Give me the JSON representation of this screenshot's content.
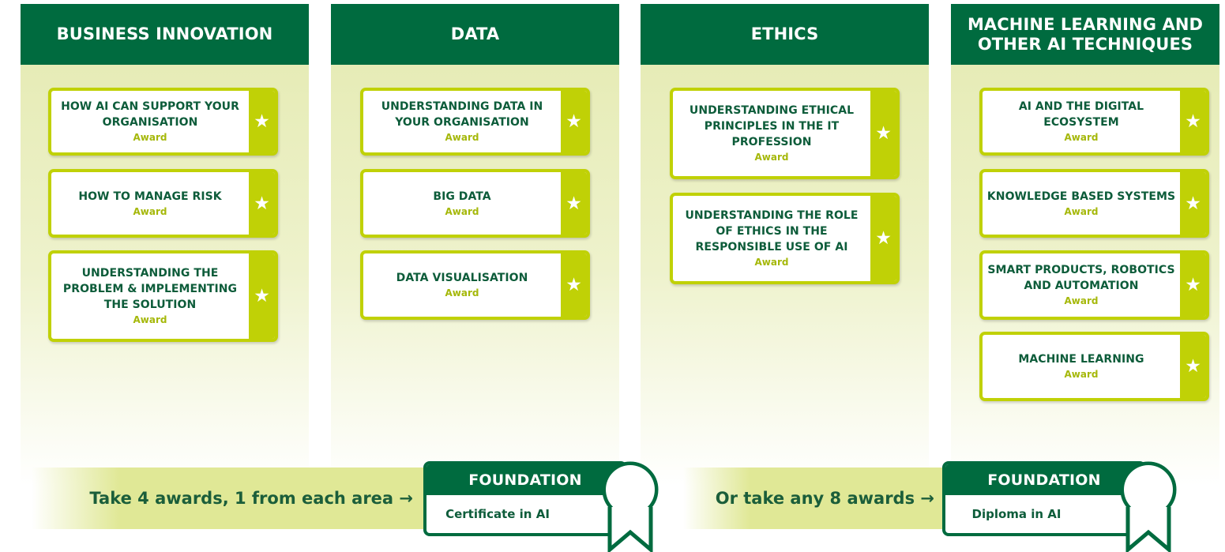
{
  "columns": [
    {
      "title": "BUSINESS INNOVATION",
      "cards": [
        {
          "title": "HOW AI CAN SUPPORT YOUR ORGANISATION",
          "label": "Award"
        },
        {
          "title": "HOW TO MANAGE RISK",
          "label": "Award"
        },
        {
          "title": "UNDERSTANDING THE PROBLEM & IMPLEMENTING THE SOLUTION",
          "label": "Award"
        }
      ]
    },
    {
      "title": "DATA",
      "cards": [
        {
          "title": "UNDERSTANDING DATA IN YOUR ORGANISATION",
          "label": "Award"
        },
        {
          "title": "BIG DATA",
          "label": "Award"
        },
        {
          "title": "DATA VISUALISATION",
          "label": "Award"
        }
      ]
    },
    {
      "title": "ETHICS",
      "cards": [
        {
          "title": "UNDERSTANDING ETHICAL PRINCIPLES IN THE IT PROFESSION",
          "label": "Award"
        },
        {
          "title": "UNDERSTANDING THE ROLE OF ETHICS IN THE RESPONSIBLE USE OF AI",
          "label": "Award"
        }
      ]
    },
    {
      "title": "MACHINE LEARNING AND OTHER AI TECHNIQUES",
      "cards": [
        {
          "title": "AI AND THE DIGITAL ECOSYSTEM",
          "label": "Award"
        },
        {
          "title": "KNOWLEDGE BASED SYSTEMS",
          "label": "Award"
        },
        {
          "title": "SMART PRODUCTS, ROBOTICS AND AUTOMATION",
          "label": "Award"
        },
        {
          "title": "MACHINE LEARNING",
          "label": "Award"
        }
      ]
    }
  ],
  "star_icon": "star-icon",
  "paths": [
    {
      "text": "Take 4 awards, 1 from each area →",
      "level": "FOUNDATION",
      "qualification": "Certificate in AI"
    },
    {
      "text": "Or take any 8 awards →",
      "level": "FOUNDATION",
      "qualification": "Diploma in AI"
    }
  ],
  "colors": {
    "dark_green": "#006b3f",
    "lime": "#c0d106",
    "pale_lime": "#e4eab0",
    "text_green": "#0d5c3a"
  }
}
